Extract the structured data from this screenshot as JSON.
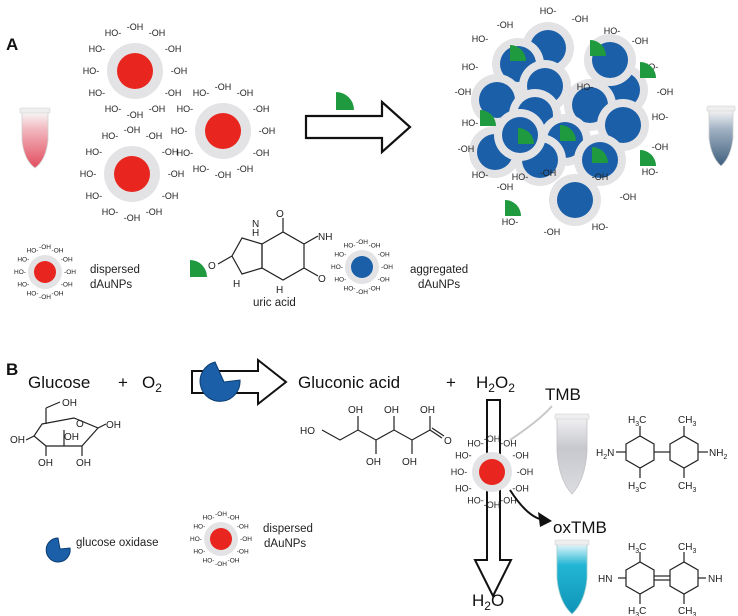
{
  "figure": {
    "panel_a_label": "A",
    "panel_b_label": "B",
    "oh_label": "OH",
    "ho_label": "HO",
    "legend": {
      "dispersed": [
        "dispersed",
        "dAuNPs"
      ],
      "uric_acid": "uric acid",
      "aggregated": [
        "aggregated",
        "dAuNPs"
      ]
    },
    "equation": {
      "glucose": "Glucose",
      "plus": "+",
      "o2": "O",
      "o2_sub": "2",
      "gluconic_acid": "Gluconic acid",
      "h2o2": "H",
      "h2o2_sub1": "2",
      "h2o2_o": "O",
      "h2o2_sub2": "2"
    },
    "glucose_structure": {
      "ch2oh": "OH",
      "ring_o": "O",
      "oh": "OH"
    },
    "gluconic_structure": {
      "oh": "OH",
      "ho": "HO",
      "carbonyl_o": "O"
    },
    "tmb_label": "TMB",
    "oxtmb_label": "oxTMB",
    "h2o_label": "H",
    "h2o_sub": "2",
    "h2o_o": "O",
    "legend_b": {
      "glucose_oxidase": "glucose oxidase",
      "dispersed": [
        "dispersed",
        "dAuNPs"
      ]
    },
    "tmb_structure": {
      "ch3": "CH",
      "h3c": "H",
      "sub3": "3",
      "nh2": "NH",
      "h2n": "H",
      "sub2": "2"
    },
    "oxtmb_structure": {
      "hn": "HN",
      "nh": "NH"
    }
  },
  "colors": {
    "gold_np": "#e8261f",
    "aggregated_np": "#1a5fa8",
    "shell": "#e3e3e6",
    "uric_acid_green": "#1f9a3f",
    "enzyme_blue": "#1a5fa8",
    "tube_red": "#e24c5e",
    "tube_blue": "#4a6f8c",
    "tube_cyan": "#14a9c9",
    "tube_gray": "#b9bbc1"
  }
}
